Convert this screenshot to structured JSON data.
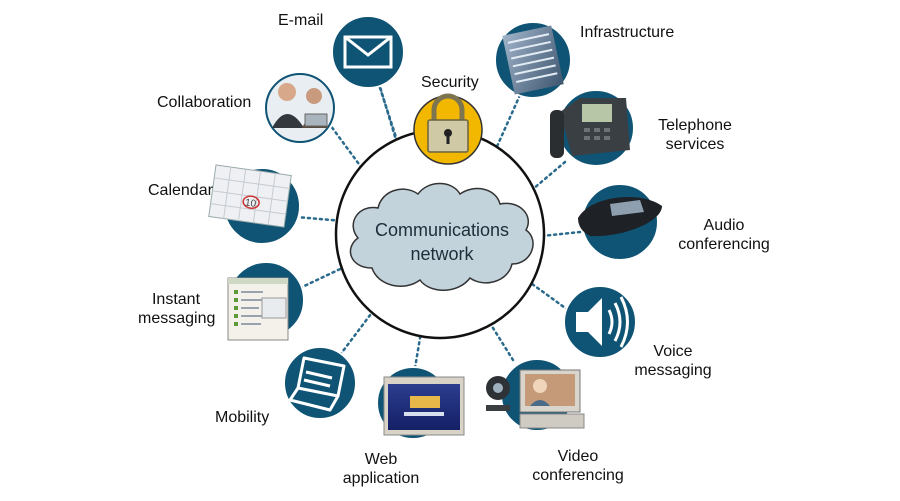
{
  "center": {
    "line1": "Communications",
    "line2": "network"
  },
  "security": {
    "label": "Security",
    "icon": "padlock-icon"
  },
  "services": [
    {
      "id": "email",
      "label": "E-mail",
      "icon": "envelope-icon"
    },
    {
      "id": "infrastructure",
      "label": "Infrastructure",
      "icon": "server-rack-icon"
    },
    {
      "id": "telephone",
      "label_lines": [
        "Telephone",
        "services"
      ],
      "icon": "desk-phone-icon"
    },
    {
      "id": "audio",
      "label_lines": [
        "Audio",
        "conferencing"
      ],
      "icon": "conference-phone-icon"
    },
    {
      "id": "voice",
      "label_lines": [
        "Voice",
        "messaging"
      ],
      "icon": "speaker-icon"
    },
    {
      "id": "video",
      "label_lines": [
        "Video",
        "conferencing"
      ],
      "icon": "webcam-icon"
    },
    {
      "id": "web",
      "label_lines": [
        "Web",
        "application"
      ],
      "icon": "browser-window-icon"
    },
    {
      "id": "mobility",
      "label": "Mobility",
      "icon": "laptop-icon"
    },
    {
      "id": "im",
      "label_lines": [
        "Instant",
        "messaging"
      ],
      "icon": "chat-window-icon"
    },
    {
      "id": "calendar",
      "label": "Calendar",
      "icon": "calendar-icon",
      "calendar_day": "10"
    },
    {
      "id": "collaboration",
      "label": "Collaboration",
      "icon": "people-icon"
    }
  ],
  "colors": {
    "node": "#0f5474",
    "node_ring": "#ffffff",
    "security_fill": "#f2b800",
    "cloud": "#c3d3dc",
    "connector": "#2a6a8c"
  }
}
